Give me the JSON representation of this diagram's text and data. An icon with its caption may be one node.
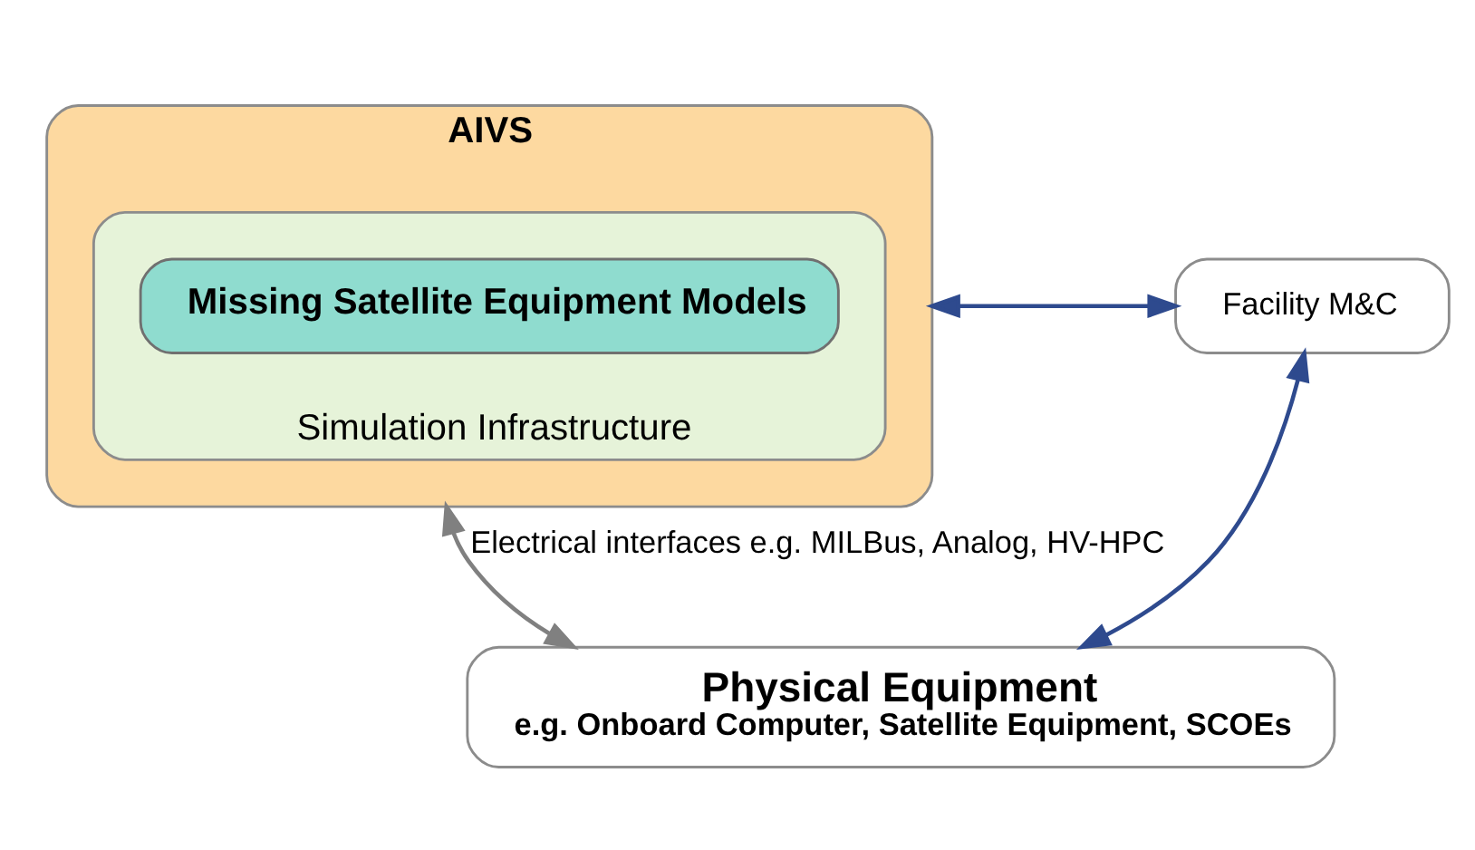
{
  "diagram": {
    "nodes": [
      {
        "text": [
          "AIVS"
        ]
      },
      {
        "text": [
          "Simulation Infrastructure"
        ],
        "in": 0
      },
      {
        "text": [
          "Missing Satellite Equipment Models"
        ],
        "in": 1
      },
      {
        "text": [
          "Facility M&C"
        ]
      },
      {
        "text": [
          "Physical Equipment",
          "e.g. Onboard Computer, Satellite Equipment, SCOEs"
        ]
      }
    ],
    "edges": [
      {
        "from": 3,
        "to": 0,
        "arrow": "both"
      },
      {
        "from": 3,
        "to": 4,
        "arrow": "both"
      },
      {
        "from": 0,
        "to": 4,
        "arrow": "both",
        "label": "Electrical interfaces e.g. MILBus, Analog, HV-HPC",
        "color": "#808080"
      }
    ]
  }
}
